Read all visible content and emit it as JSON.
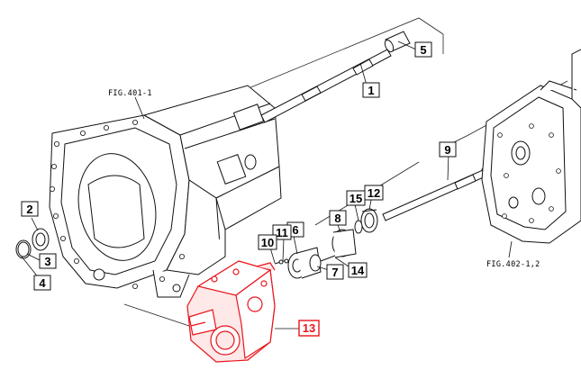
{
  "figure_refs": {
    "transmission_case": "FIG.401-1",
    "rear_case": "FIG.402-1,2"
  },
  "callouts": {
    "c1": "1",
    "c2": "2",
    "c3": "3",
    "c4": "4",
    "c5": "5",
    "c6": "6",
    "c7": "7",
    "c8": "8",
    "c9": "9",
    "c10": "10",
    "c11": "11",
    "c12": "12",
    "c13": "13",
    "c14": "14",
    "c15": "15"
  },
  "colors": {
    "line": "#111111",
    "highlight": "#e8151b",
    "highlight_fill": "#ffe8e8"
  }
}
